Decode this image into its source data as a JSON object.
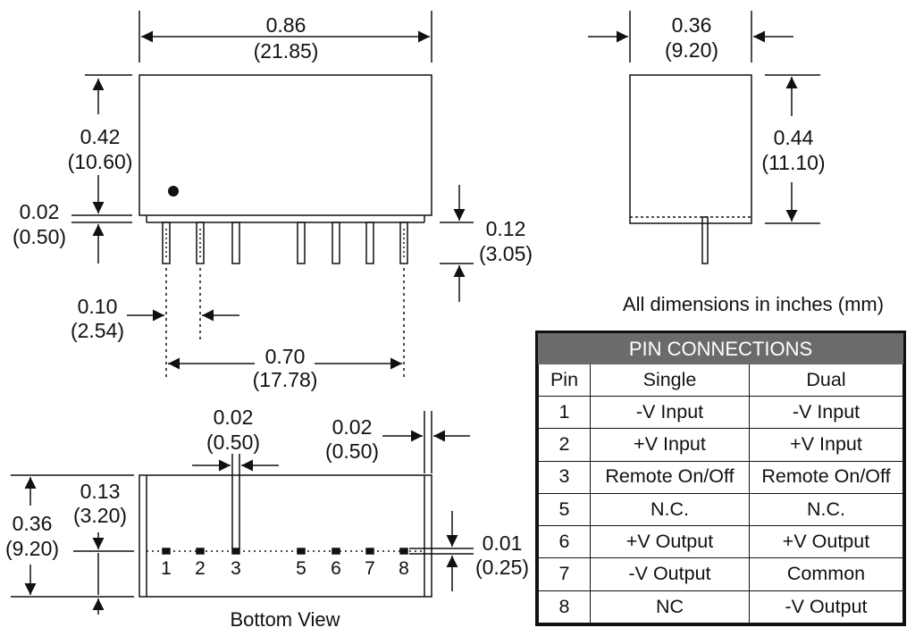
{
  "views": {
    "top": {
      "length": {
        "value": "0.86",
        "mm": "(21.85)"
      },
      "height": {
        "value": "0.42",
        "mm": "(10.60)"
      },
      "standoff": {
        "value": "0.02",
        "mm": "(0.50)"
      },
      "pin_length": {
        "value": "0.12",
        "mm": "(3.05)"
      },
      "pitch": {
        "value": "0.10",
        "mm": "(2.54)"
      },
      "pin_span": {
        "value": "0.70",
        "mm": "(17.78)"
      }
    },
    "side": {
      "width": {
        "value": "0.36",
        "mm": "(9.20)"
      },
      "height": {
        "value": "0.44",
        "mm": "(11.10)"
      }
    },
    "bottom": {
      "pin_width": {
        "value": "0.02",
        "mm": "(0.50)"
      },
      "edge_inset": {
        "value": "0.02",
        "mm": "(0.50)"
      },
      "width": {
        "value": "0.36",
        "mm": "(9.20)"
      },
      "pin_row_offset": {
        "value": "0.13",
        "mm": "(3.20)"
      },
      "pin_offset": {
        "value": "0.01",
        "mm": "(0.25)"
      },
      "pins": [
        "1",
        "2",
        "3",
        "5",
        "6",
        "7",
        "8"
      ],
      "caption": "Bottom View"
    }
  },
  "note": "All dimensions in inches (mm)",
  "pin_table": {
    "title": "PIN CONNECTIONS",
    "columns": [
      "Pin",
      "Single",
      "Dual"
    ],
    "rows": [
      [
        "1",
        "-V Input",
        "-V Input"
      ],
      [
        "2",
        "+V Input",
        "+V Input"
      ],
      [
        "3",
        "Remote On/Off",
        "Remote On/Off"
      ],
      [
        "5",
        "N.C.",
        "N.C."
      ],
      [
        "6",
        "+V Output",
        "+V Output"
      ],
      [
        "7",
        "-V Output",
        "Common"
      ],
      [
        "8",
        "NC",
        "-V Output"
      ]
    ]
  }
}
